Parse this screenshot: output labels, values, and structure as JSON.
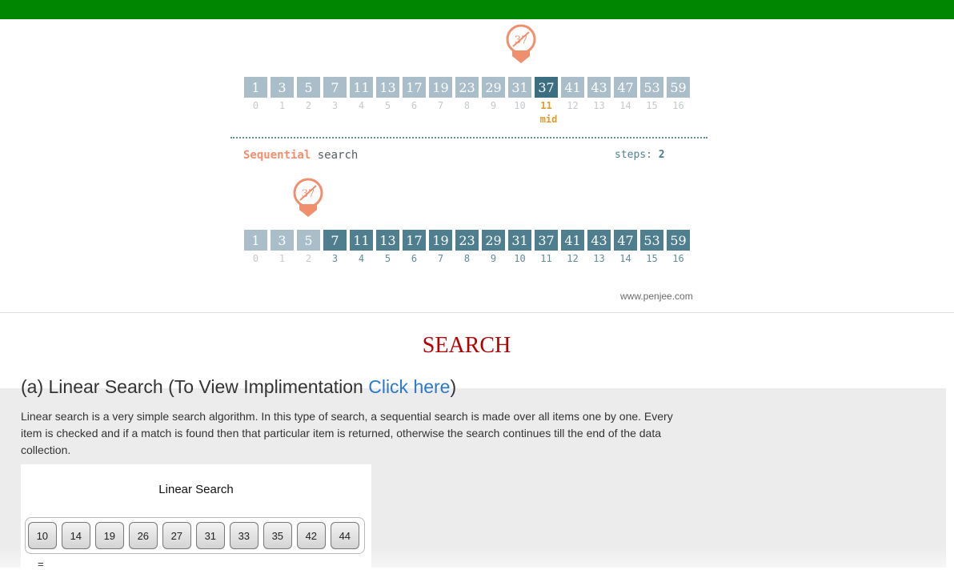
{
  "colors": {
    "topbar": "#008600",
    "cell_light": "#a9bec9",
    "cell_dark": "#4f7f8f",
    "cell_active": "#3b6e80",
    "marker": "#f08f6e",
    "mid_label": "#e29a2d",
    "heading": "#b30000",
    "link": "#2a79c8"
  },
  "binary": {
    "values": [
      "1",
      "3",
      "5",
      "7",
      "11",
      "13",
      "17",
      "19",
      "23",
      "29",
      "31",
      "37",
      "41",
      "43",
      "47",
      "53",
      "59"
    ],
    "indices": [
      "0",
      "1",
      "2",
      "3",
      "4",
      "5",
      "6",
      "7",
      "8",
      "9",
      "10",
      "11",
      "12",
      "13",
      "14",
      "15",
      "16"
    ],
    "active_index": 11,
    "mid_label": "mid",
    "marker_value": "37",
    "marker_icon": "search-target-marker-icon"
  },
  "sequential": {
    "label_bold": "Sequential",
    "label_rest": "search",
    "steps_label": "steps:",
    "steps_value": "2",
    "values": [
      "1",
      "3",
      "5",
      "7",
      "11",
      "13",
      "17",
      "19",
      "23",
      "29",
      "31",
      "37",
      "41",
      "43",
      "47",
      "53",
      "59"
    ],
    "indices": [
      "0",
      "1",
      "2",
      "3",
      "4",
      "5",
      "6",
      "7",
      "8",
      "9",
      "10",
      "11",
      "12",
      "13",
      "14",
      "15",
      "16"
    ],
    "checked_count": 3,
    "marker_value": "37",
    "marker_icon": "search-target-marker-icon"
  },
  "credit": "www.penjee.com",
  "heading": "SEARCH",
  "section": {
    "title_prefix": "(a) Linear Search (To View Implimentation ",
    "link_text": "Click here",
    "title_suffix": ")",
    "description": "Linear search is a very simple search algorithm. In this type of search, a sequential search is made over all items one by one. Every item is checked and if a match is found then that particular item is returned, otherwise the search continues till the end of the data collection."
  },
  "demo": {
    "title": "Linear Search",
    "values": [
      "10",
      "14",
      "19",
      "26",
      "27",
      "31",
      "33",
      "35",
      "42",
      "44"
    ],
    "equals": "="
  }
}
